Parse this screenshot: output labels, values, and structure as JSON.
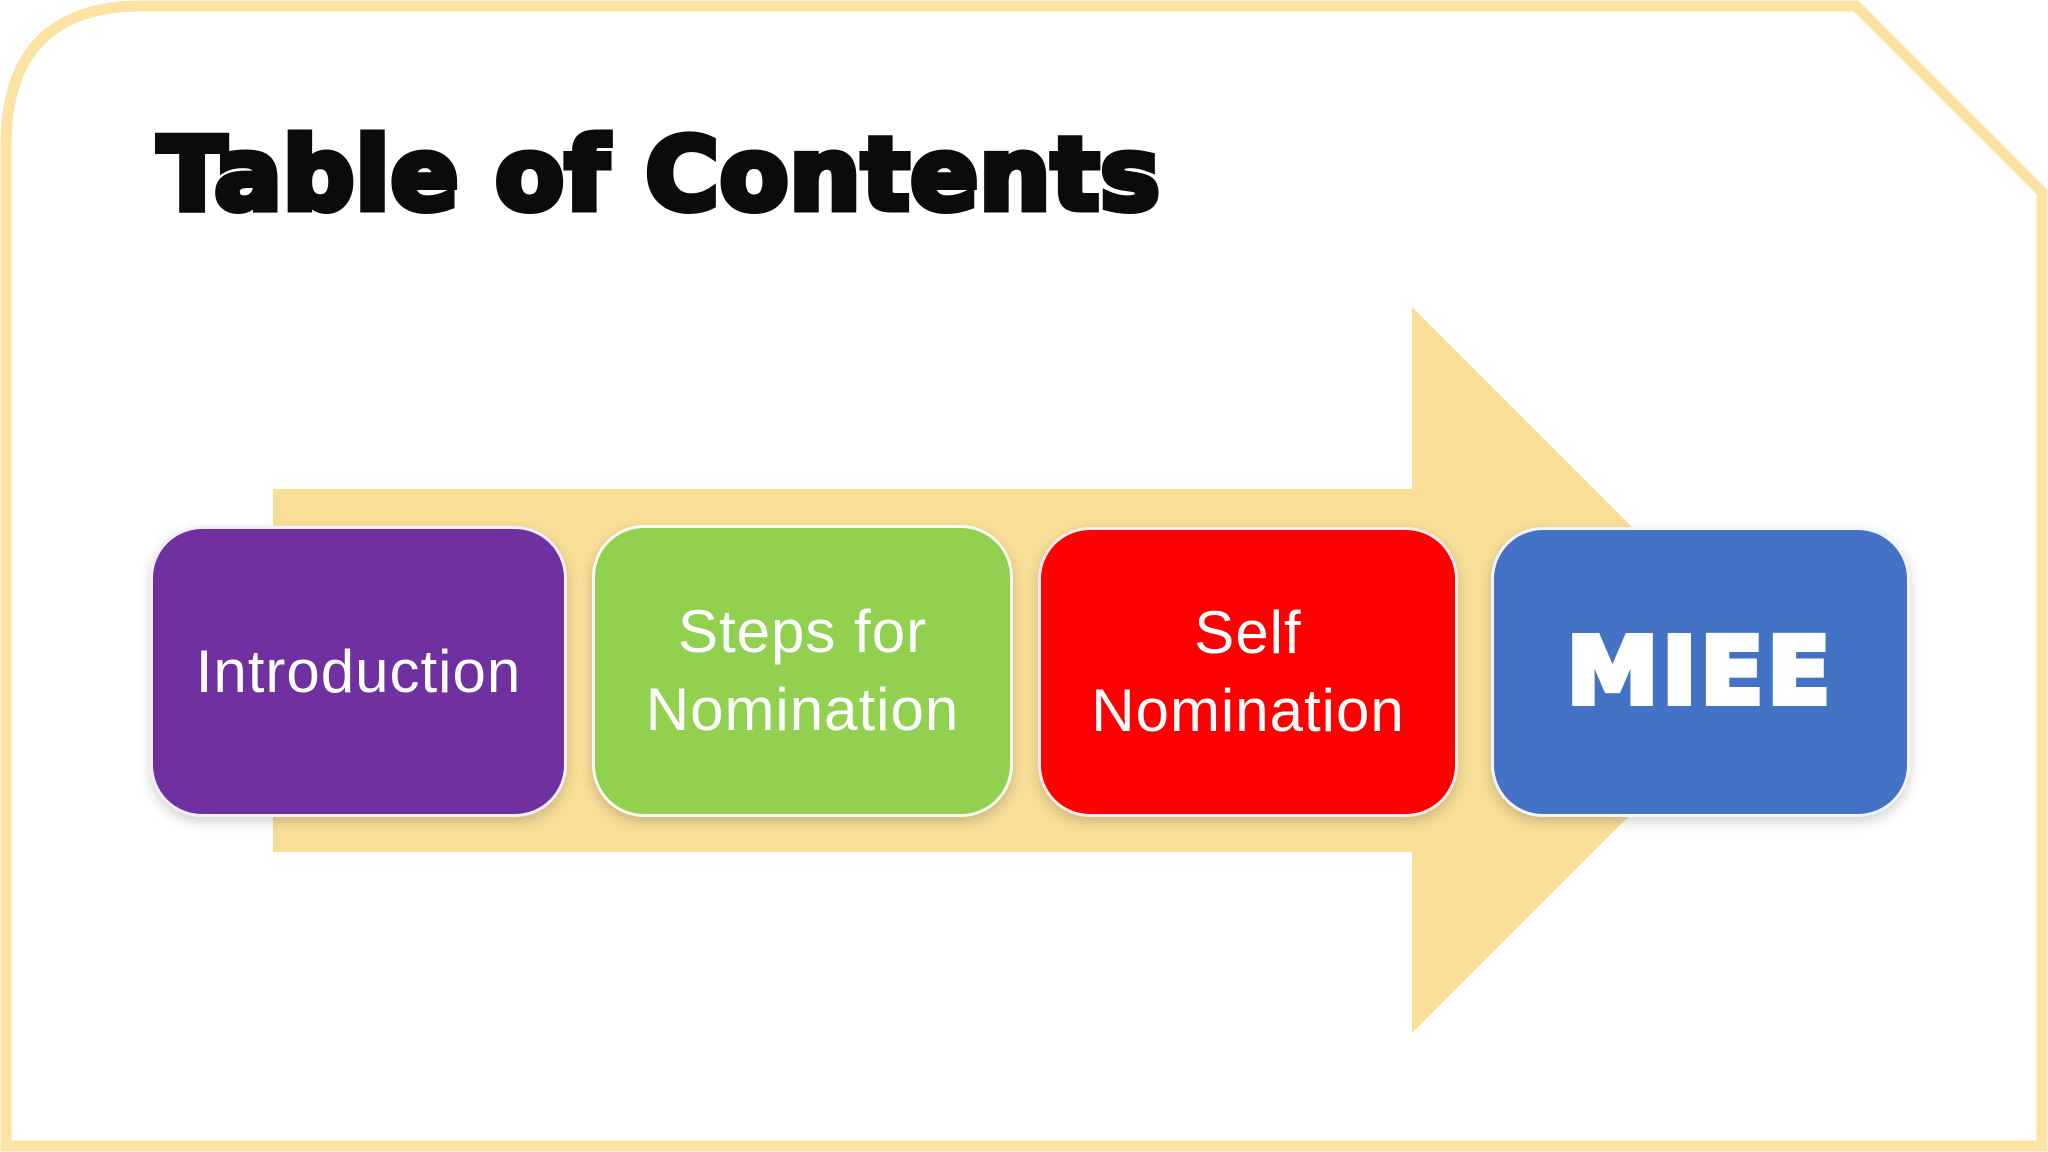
{
  "slide": {
    "title": "Table of Contents",
    "items": [
      {
        "label": "Introduction",
        "color": "#7030A0"
      },
      {
        "label": "Steps for\nNomination",
        "color": "#92D050"
      },
      {
        "label": "Self\nNomination",
        "color": "#FF0000"
      },
      {
        "label": "MIEE",
        "color": "#4472C4"
      }
    ],
    "accent_colors": {
      "border_yellow": "#FBE3A4",
      "arrow_yellow": "#F9DE98",
      "title_color": "#0B0B0B",
      "background": "#FFFFFF",
      "label_text": "#FFFFFF"
    }
  }
}
